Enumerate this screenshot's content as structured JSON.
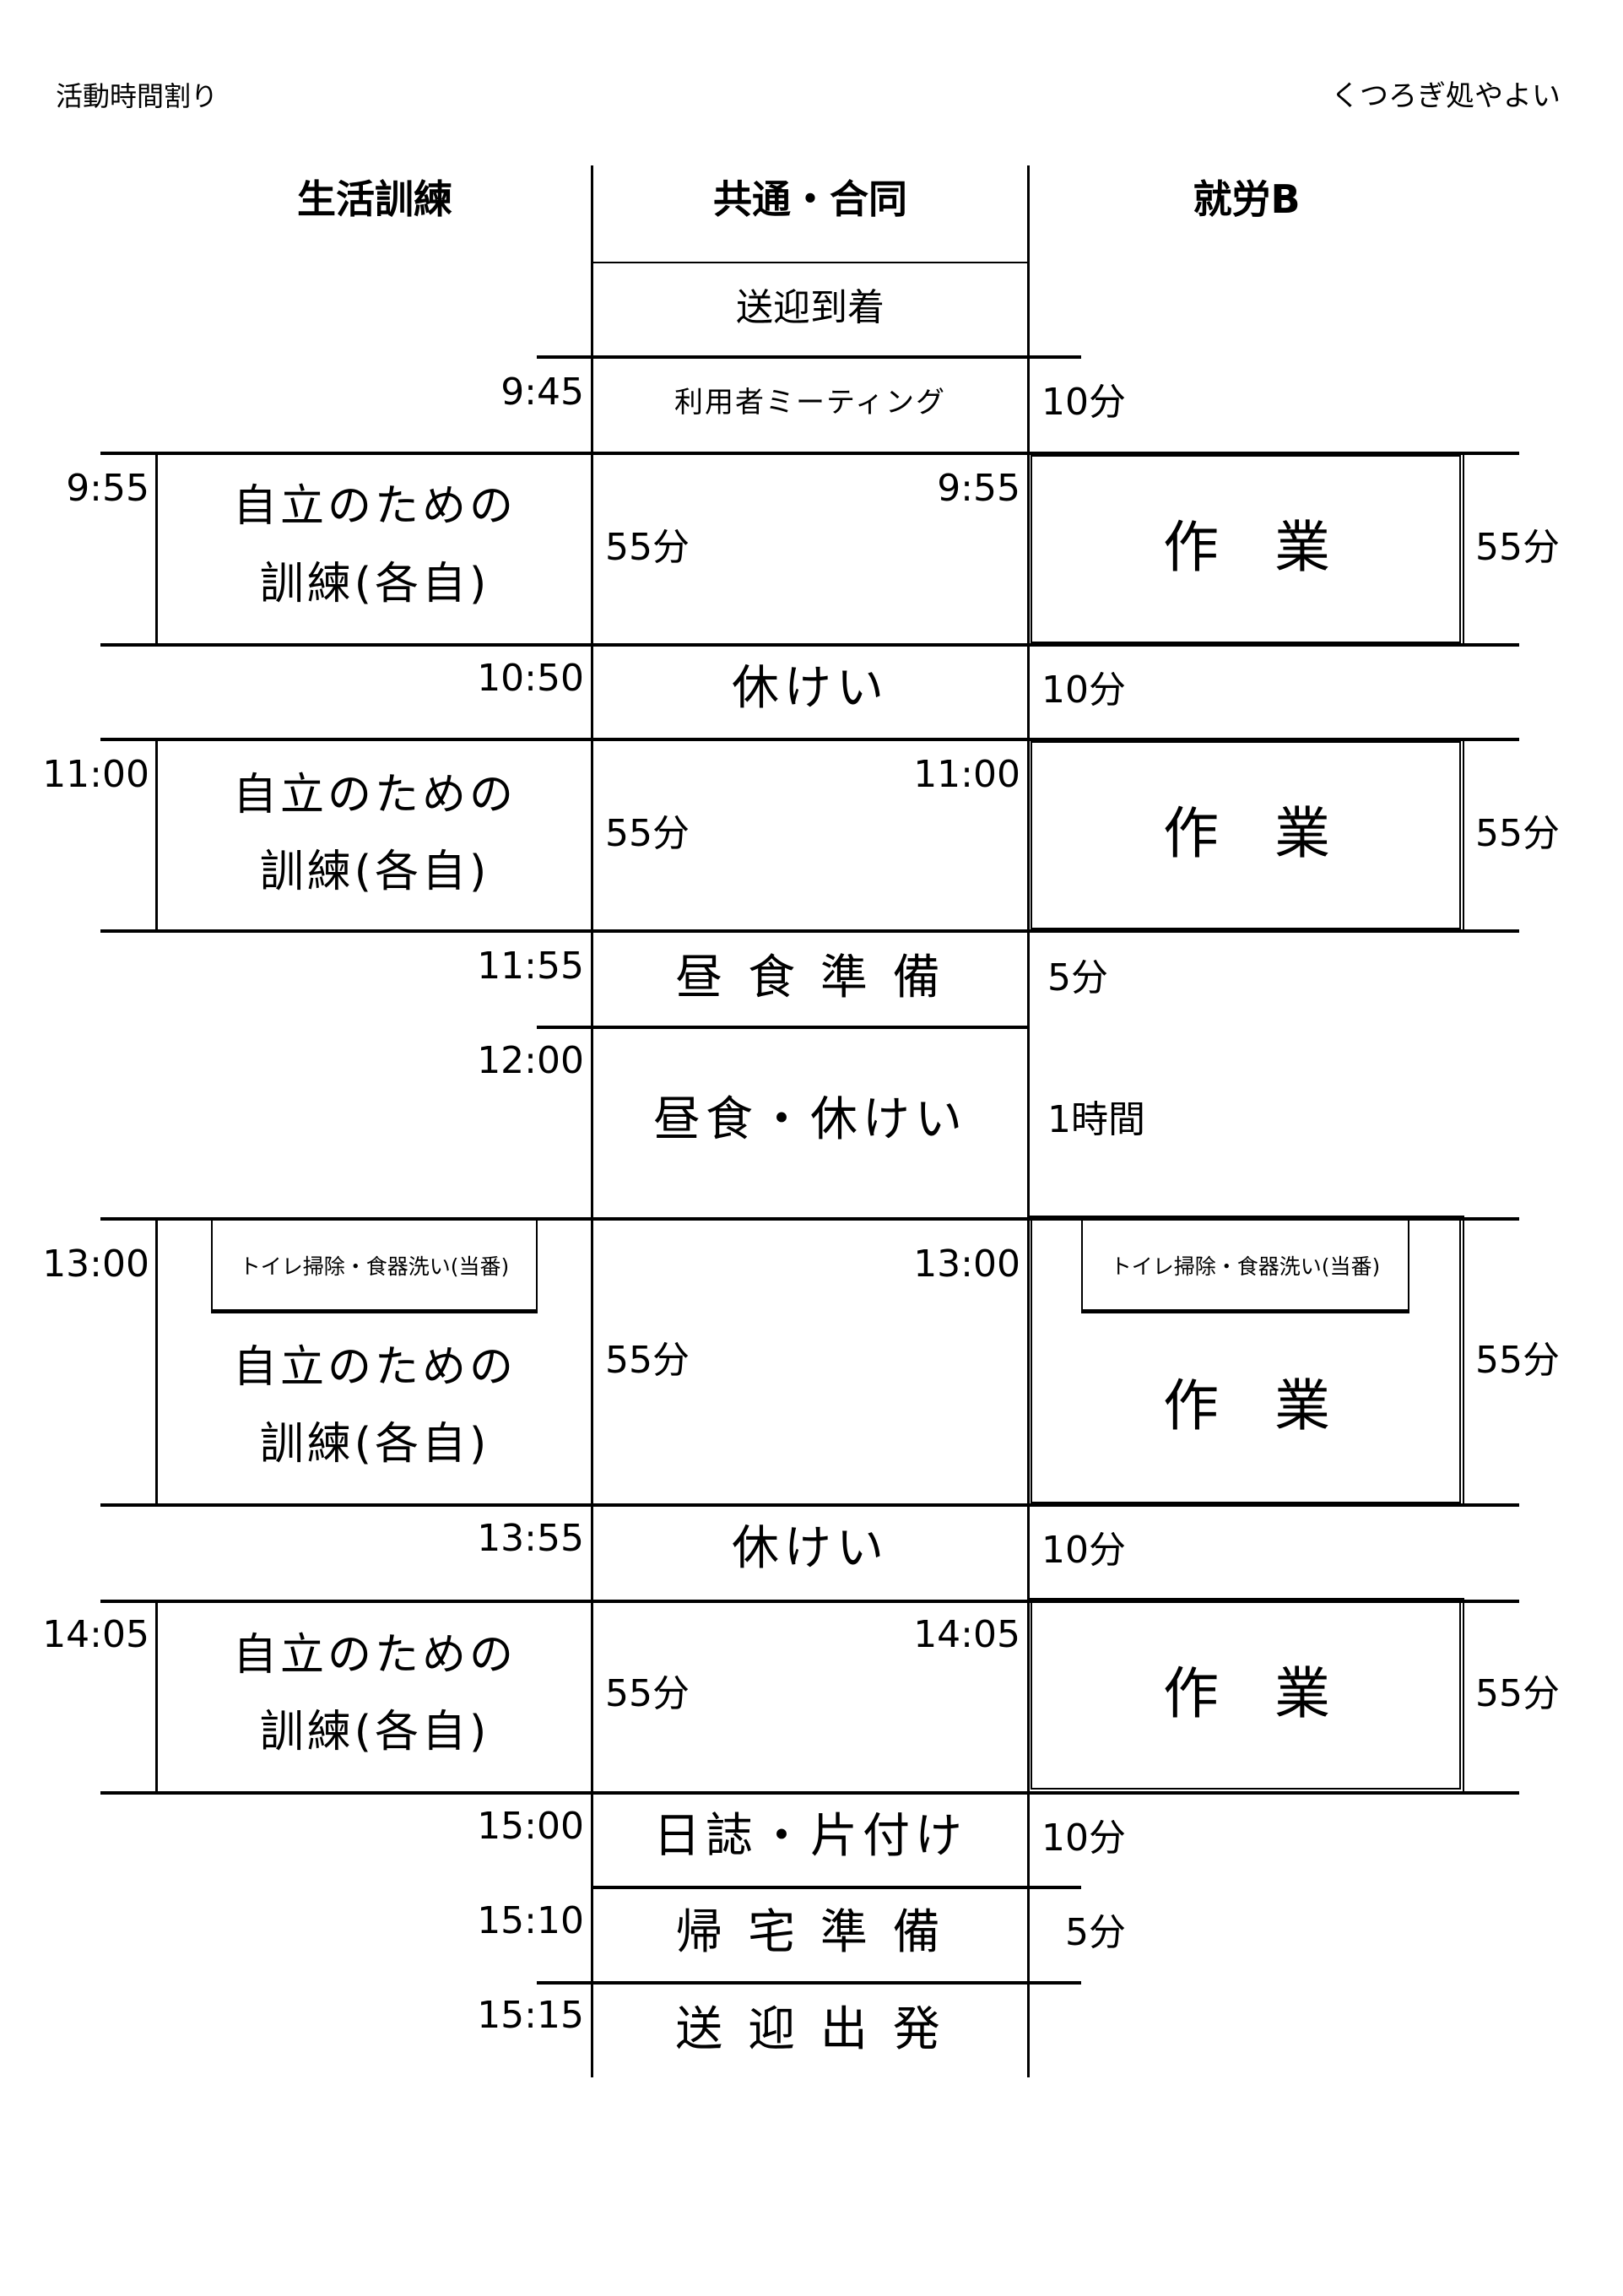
{
  "header": {
    "title": "活動時間割り",
    "facility": "くつろぎ処やよい"
  },
  "columns": {
    "life_training": "生活訓練",
    "common": "共通・合同",
    "employment_b": "就労B"
  },
  "common": {
    "arrival": "送迎到着",
    "meeting": "利用者ミーティング",
    "break1": "休けい",
    "lunch_prep": "昼 食 準 備",
    "lunch_break": "昼食・休けい",
    "break2": "休けい",
    "diary": "日誌・片付け",
    "go_home_prep": "帰 宅 準 備",
    "departure": "送 迎 出 発"
  },
  "times": {
    "t0945": "9:45",
    "t0955": "9:55",
    "t1050": "10:50",
    "t1100": "11:00",
    "t1155": "11:55",
    "t1200": "12:00",
    "t1300": "13:00",
    "t1355": "13:55",
    "t1405": "14:05",
    "t1500": "15:00",
    "t1510": "15:10",
    "t1515": "15:15"
  },
  "durations": {
    "d10": "10分",
    "d55": "55分",
    "d5": "5分",
    "d1h": "1時間"
  },
  "training": {
    "line1": "自立のための",
    "line2": "訓練(各自)"
  },
  "work": "作　業",
  "duty": "トイレ掃除・食器洗い(当番)"
}
